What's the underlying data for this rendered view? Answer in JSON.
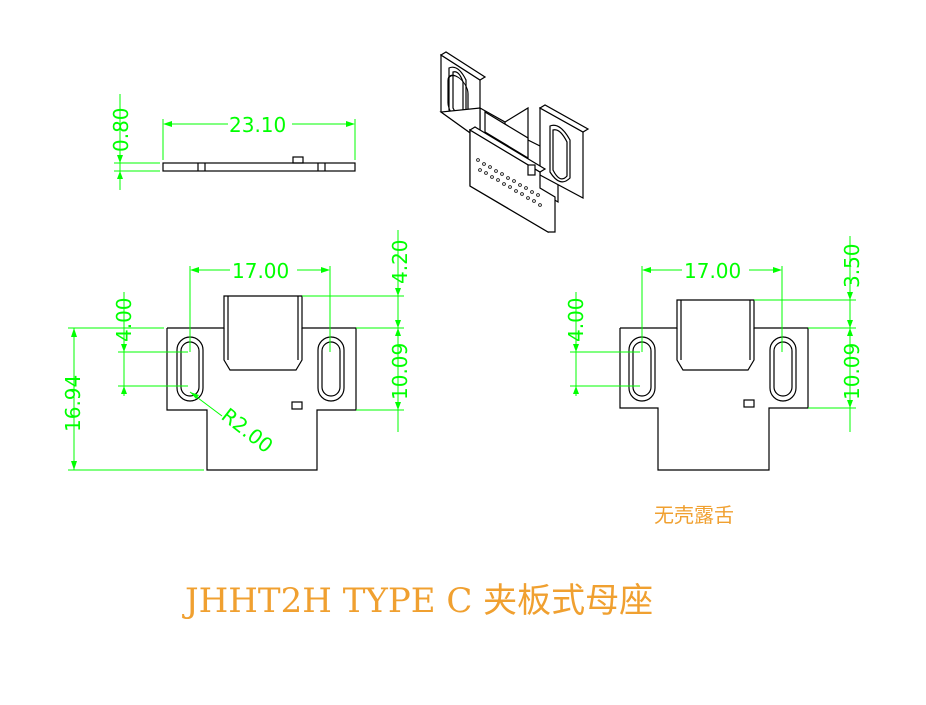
{
  "colors": {
    "outline": "#000000",
    "dimension": "#00ff00",
    "annotation": "#f0a030"
  },
  "dims": {
    "side_width": "23.10",
    "side_thickness": "0.80",
    "left_top_width": "17.00",
    "left_height_upper": "4.20",
    "left_slot": "4.00",
    "left_total_height": "16.94",
    "left_lower_height": "10.09",
    "left_radius": "R2.00",
    "right_top_width": "17.00",
    "right_height_upper": "3.50",
    "right_slot": "4.00",
    "right_lower_height": "10.09"
  },
  "labels": {
    "variant_note": "无壳露舌",
    "title": "JHHT2H TYPE C 夹板式母座"
  }
}
